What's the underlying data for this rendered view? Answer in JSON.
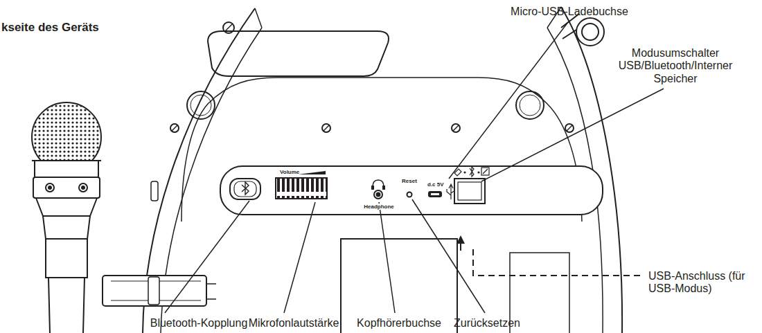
{
  "diagram": {
    "title": "kseite des Geräts",
    "labels": [
      "Micro-USB-Ladebuchse",
      "Modusumschalter USB/Bluetooth/Interner Speicher",
      "Volume",
      "Headphone",
      "Reset",
      "d.c 5V",
      "USB-Anschluss (für USB-Modus)",
      "Bluetooth-Kopplung",
      "Mikrofonlautstärke",
      "Kopfhörerbuchse",
      "Zurücksetzen"
    ]
  }
}
